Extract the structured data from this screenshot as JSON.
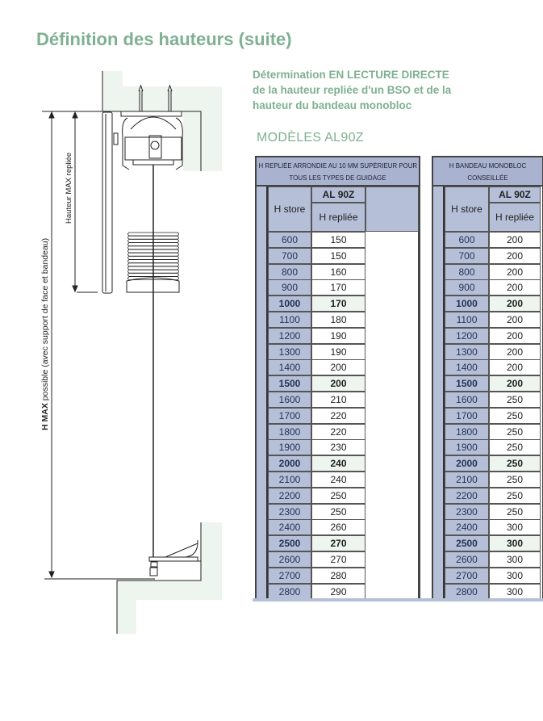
{
  "title": "Définition des hauteurs (suite)",
  "subtitle": [
    "Détermination EN LECTURE DIRECTE",
    "de la hauteur repliée d'un BSO et de la",
    "hauteur du bandeau monobloc"
  ],
  "models_label": "MODÈLES  AL90Z",
  "diagram": {
    "label_hmax_bold": "H MAX",
    "label_hmax_rest": " possible (avec support de face et bandeau)",
    "label_hauteur_max_repliee": "Hauteur MAX repliée"
  },
  "colors": {
    "accent": "#7fb091",
    "header_bg": "#a9b3cf",
    "hstore_bg": "#b6bfd8",
    "highlight": "#eef4ee"
  },
  "table_left": {
    "header_line1": "H REPLIÉE ARRONDIE AU 10 MM SUPÉRIEUR POUR",
    "header_line2": "TOUS LES TYPES DE GUIDAGE",
    "col_store": "H store",
    "col_model": "AL 90Z",
    "col_value": "H repliée",
    "rows": [
      {
        "store": "600",
        "value": "150"
      },
      {
        "store": "700",
        "value": "150"
      },
      {
        "store": "800",
        "value": "160"
      },
      {
        "store": "900",
        "value": "170"
      },
      {
        "store": "1000",
        "value": "170",
        "bold": true
      },
      {
        "store": "1100",
        "value": "180"
      },
      {
        "store": "1200",
        "value": "190"
      },
      {
        "store": "1300",
        "value": "190"
      },
      {
        "store": "1400",
        "value": "200"
      },
      {
        "store": "1500",
        "value": "200",
        "bold": true
      },
      {
        "store": "1600",
        "value": "210"
      },
      {
        "store": "1700",
        "value": "220"
      },
      {
        "store": "1800",
        "value": "220"
      },
      {
        "store": "1900",
        "value": "230"
      },
      {
        "store": "2000",
        "value": "240",
        "bold": true
      },
      {
        "store": "2100",
        "value": "240"
      },
      {
        "store": "2200",
        "value": "250"
      },
      {
        "store": "2300",
        "value": "250"
      },
      {
        "store": "2400",
        "value": "260"
      },
      {
        "store": "2500",
        "value": "270",
        "bold": true
      },
      {
        "store": "2600",
        "value": "270"
      },
      {
        "store": "2700",
        "value": "280"
      },
      {
        "store": "2800",
        "value": "290"
      }
    ]
  },
  "table_right": {
    "header_line1": "H BANDEAU MONOBLOC",
    "header_line2": "CONSEILLÉE",
    "col_store": "H store",
    "col_model": "AL 90Z",
    "col_value": "H repliée",
    "rows": [
      {
        "store": "600",
        "value": "200"
      },
      {
        "store": "700",
        "value": "200"
      },
      {
        "store": "800",
        "value": "200"
      },
      {
        "store": "900",
        "value": "200"
      },
      {
        "store": "1000",
        "value": "200",
        "bold": true
      },
      {
        "store": "1100",
        "value": "200"
      },
      {
        "store": "1200",
        "value": "200"
      },
      {
        "store": "1300",
        "value": "200"
      },
      {
        "store": "1400",
        "value": "200"
      },
      {
        "store": "1500",
        "value": "200",
        "bold": true
      },
      {
        "store": "1600",
        "value": "250"
      },
      {
        "store": "1700",
        "value": "250"
      },
      {
        "store": "1800",
        "value": "250"
      },
      {
        "store": "1900",
        "value": "250"
      },
      {
        "store": "2000",
        "value": "250",
        "bold": true
      },
      {
        "store": "2100",
        "value": "250"
      },
      {
        "store": "2200",
        "value": "250"
      },
      {
        "store": "2300",
        "value": "250"
      },
      {
        "store": "2400",
        "value": "300"
      },
      {
        "store": "2500",
        "value": "300",
        "bold": true
      },
      {
        "store": "2600",
        "value": "300"
      },
      {
        "store": "2700",
        "value": "300"
      },
      {
        "store": "2800",
        "value": "300"
      }
    ]
  }
}
